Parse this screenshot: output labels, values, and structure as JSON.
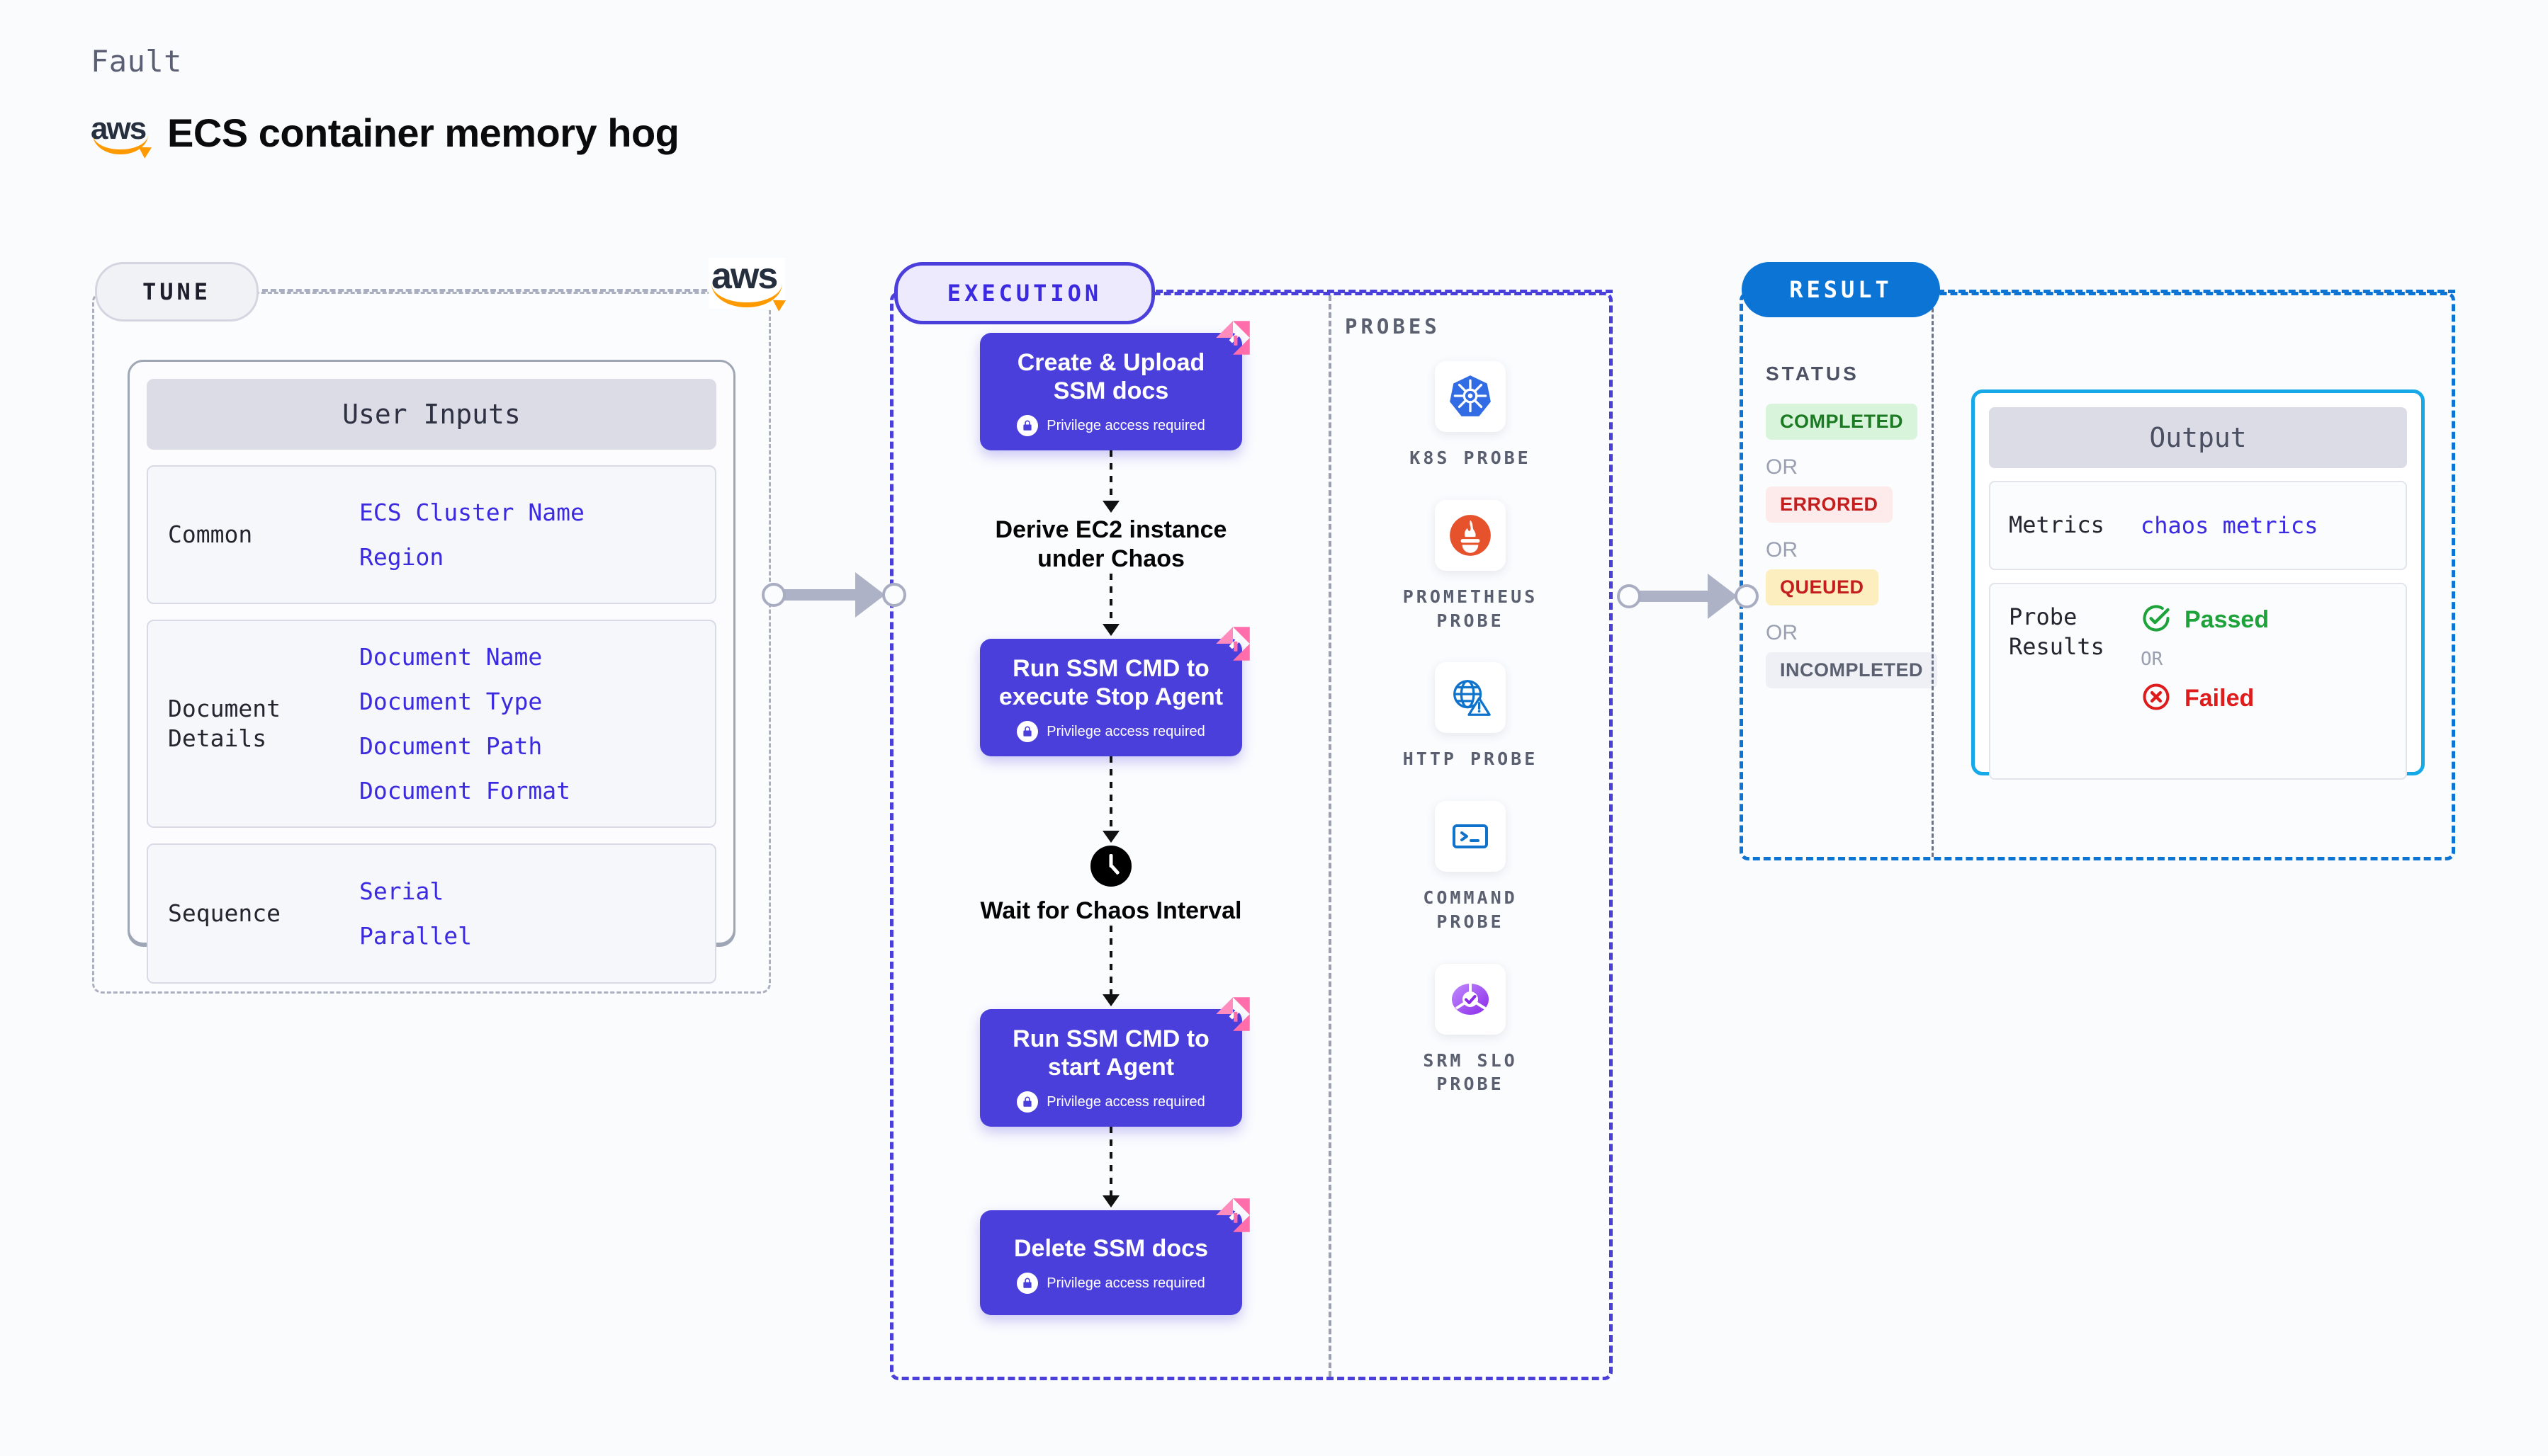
{
  "header": {
    "kicker": "Fault",
    "title": "ECS container memory hog",
    "logo": "aws-logo",
    "aws_wordmark": "aws"
  },
  "tune": {
    "pill_label": "TUNE",
    "logo": "aws-logo",
    "card_title": "User Inputs",
    "sections": [
      {
        "label": "Common",
        "values": [
          "ECS Cluster Name",
          "Region"
        ]
      },
      {
        "label": "Document\nDetails",
        "values": [
          "Document Name",
          "Document Type",
          "Document Path",
          "Document Format"
        ]
      },
      {
        "label": "Sequence",
        "values": [
          "Serial",
          "Parallel"
        ]
      }
    ]
  },
  "execution": {
    "pill_label": "EXECUTION",
    "privilege_text": "Privilege access required",
    "steps": [
      {
        "kind": "node",
        "title": "Create & Upload SSM docs",
        "privilege": true,
        "icon": "harness-chaos-mark"
      },
      {
        "kind": "plain",
        "title": "Derive EC2 instance under Chaos",
        "privilege": false,
        "icon": ""
      },
      {
        "kind": "node",
        "title": "Run SSM CMD to execute Stop Agent",
        "privilege": true,
        "icon": "harness-chaos-mark"
      },
      {
        "kind": "plain",
        "title": "Wait for Chaos Interval",
        "privilege": false,
        "icon": "clock-icon"
      },
      {
        "kind": "node",
        "title": "Run SSM CMD to start Agent",
        "privilege": true,
        "icon": "harness-chaos-mark"
      },
      {
        "kind": "node",
        "title": "Delete SSM docs",
        "privilege": true,
        "icon": "harness-chaos-mark"
      }
    ]
  },
  "probes": {
    "label": "PROBES",
    "items": [
      {
        "name": "K8S PROBE",
        "icon": "kubernetes-icon"
      },
      {
        "name": "PROMETHEUS PROBE",
        "icon": "prometheus-icon"
      },
      {
        "name": "HTTP PROBE",
        "icon": "http-globe-icon"
      },
      {
        "name": "COMMAND PROBE",
        "icon": "terminal-icon"
      },
      {
        "name": "SRM SLO PROBE",
        "icon": "srm-slo-icon"
      }
    ]
  },
  "result": {
    "pill_label": "RESULT",
    "status_label": "STATUS",
    "or_label": "OR",
    "statuses": [
      {
        "text": "COMPLETED",
        "bg": "#d8f5dc",
        "fg": "#1b7a22"
      },
      {
        "text": "ERRORED",
        "bg": "#fdeaea",
        "fg": "#c41d1d"
      },
      {
        "text": "QUEUED",
        "bg": "#fdeebf",
        "fg": "#c41d1d"
      },
      {
        "text": "INCOMPLETED",
        "bg": "#eef0f5",
        "fg": "#5b6070"
      }
    ],
    "output": {
      "title": "Output",
      "metrics_label": "Metrics",
      "metrics_value": "chaos metrics",
      "probe_results_label": "Probe\nResults",
      "passed_text": "Passed",
      "failed_text": "Failed",
      "or_label": "OR",
      "passed_icon": "check-circle-icon",
      "failed_icon": "x-circle-icon"
    }
  },
  "colors": {
    "primary_purple": "#4b3fdb",
    "result_blue": "#0b74d4",
    "output_cyan": "#16a9e8",
    "accent_pink": "#ff6daa",
    "aws_orange": "#ff9900",
    "passed_green": "#1da33a",
    "failed_red": "#e01b1b"
  }
}
